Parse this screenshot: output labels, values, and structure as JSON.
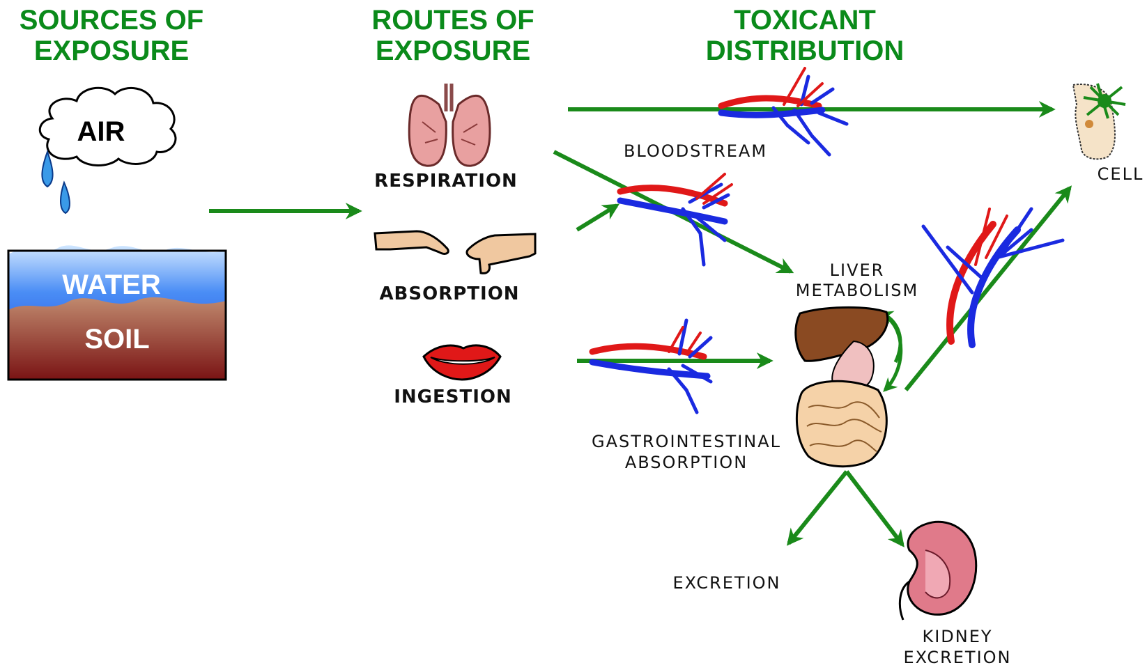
{
  "headers": {
    "sources_line1": "SOURCES OF",
    "sources_line2": "EXPOSURE",
    "routes_line1": "ROUTES OF",
    "routes_line2": "EXPOSURE",
    "toxicant_line1": "TOXICANT",
    "toxicant_line2": "DISTRIBUTION"
  },
  "sources": {
    "air": "AIR",
    "water": "WATER",
    "soil": "SOIL"
  },
  "routes": {
    "respiration": "RESPIRATION",
    "absorption": "ABSORPTION",
    "ingestion": "INGESTION"
  },
  "distribution": {
    "bloodstream": "BLOODSTREAM",
    "cell": "CELL",
    "liver_line1": "LIVER",
    "liver_line2": "METABOLISM",
    "gi_line1": "GASTROINTESTINAL",
    "gi_line2": "ABSORPTION",
    "excretion": "EXCRETION",
    "kidney_line1": "KIDNEY",
    "kidney_line2": "EXCRETION"
  },
  "colors": {
    "header_green": "#0a8a1a",
    "arrow_green": "#1a8a1a",
    "artery_red": "#e01818",
    "vein_blue": "#1a2ae0"
  }
}
